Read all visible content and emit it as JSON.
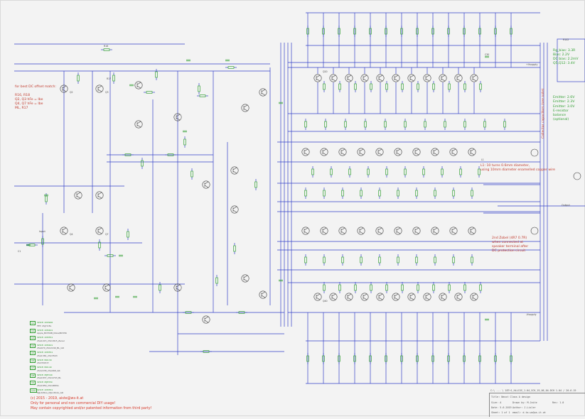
{
  "title_block": {
    "path": "C:\\ ... \\ 18Tr1_HiLCXS_1.04_SCH_19_06_04.DCH  1.04 / 20.6.19",
    "title_label": "Title",
    "title": "Nexxt Class A design",
    "size_label": "Size",
    "size": "A",
    "rev_label": "Rev",
    "rev": "1.0",
    "date_label": "Date",
    "date": "5.6.2019",
    "sheet_label": "Sheet",
    "sheet": "1 of 1",
    "drawn_label": "Drawn by",
    "drawn": "M.Jaite",
    "author_label": "Author",
    "author": "J.Lisler",
    "email_label": "email",
    "email": "d.ta.ws@ws-it.at"
  },
  "footer": {
    "copyright": "(c) 2015 - 2019, aiste@ws-it.at",
    "line1": "Only for personal and non commercial DIY usage!",
    "line2": "May contain copyrighted and/or patented information from third party!"
  },
  "notes": {
    "dc_offset": "for best DC offset match:\n\nR16, R18\nQ2, Q3 hFe = Ibe\nQ4, Q7 hFe = Ibe\nML, R17",
    "coil": "L1: 10 turns 0.6mm diameter,\nusing 10mm diameter enamelled copper wire",
    "zobel": "2nd Zobel (4R7 0.7R)\nwhen connected at\nspeaker terminal after\nDC protection circuit",
    "right_green": "Rg_bias: 3.3R\nBias: 2.2V\nDC bias: 2.2mV\nQ5,Q12: 3.4V",
    "right_green2": "Emitter: 2.6V\nEmitter: 2.3V",
    "right_green3": "Emitter: 3.0V\nE-resistor\nbalance\n(optional)",
    "vertical_red": "Collector capacitors (see note)"
  },
  "parts_table": [
    {
      "ref": "Q1",
      "v": "SPICE: 2N3906",
      "f": "FET: 2SJ74 BL"
    },
    {
      "ref": "Q2",
      "v": "SPICE: 2N5401",
      "f": "Apple_BC556B_Nixie/BC556"
    },
    {
      "ref": "Q3",
      "v": "SPICE: 2N5551",
      "f": "2SA1015_2SC1815_Zener"
    },
    {
      "ref": "Q4",
      "v": "SPICE: 2N5401",
      "f": "2SA970_2SC2240_BL_GR"
    },
    {
      "ref": "Q5",
      "v": "SPICE: 2N5551",
      "f": "2SA1381_2SC3503"
    },
    {
      "ref": "Q6",
      "v": "SPICE: BD139",
      "f": "2SC3503 E"
    },
    {
      "ref": "Q7",
      "v": "SPICE: BD140",
      "f": "2SC2238_2SA968_GR"
    },
    {
      "ref": "Q8",
      "v": "SPICE: MJE340",
      "f": "2SA1837_2SC4793_BL"
    },
    {
      "ref": "Q9",
      "v": "SPICE: MJE350",
      "f": "2SA1859_2SC4883A"
    },
    {
      "ref": "Q10",
      "v": "SPICE: 2N5551",
      "f": "MJL3281A_MJL1302A_GR"
    }
  ],
  "labels": {
    "supply_pos": "+Vsupply",
    "supply_neg": "-Vsupply",
    "input": "Input",
    "output": "Output"
  },
  "colors": {
    "wire": "#3340c8",
    "component": "#2f9e2f",
    "text": "#333333",
    "note": "#c0392b",
    "background": "#f3f3f3"
  }
}
